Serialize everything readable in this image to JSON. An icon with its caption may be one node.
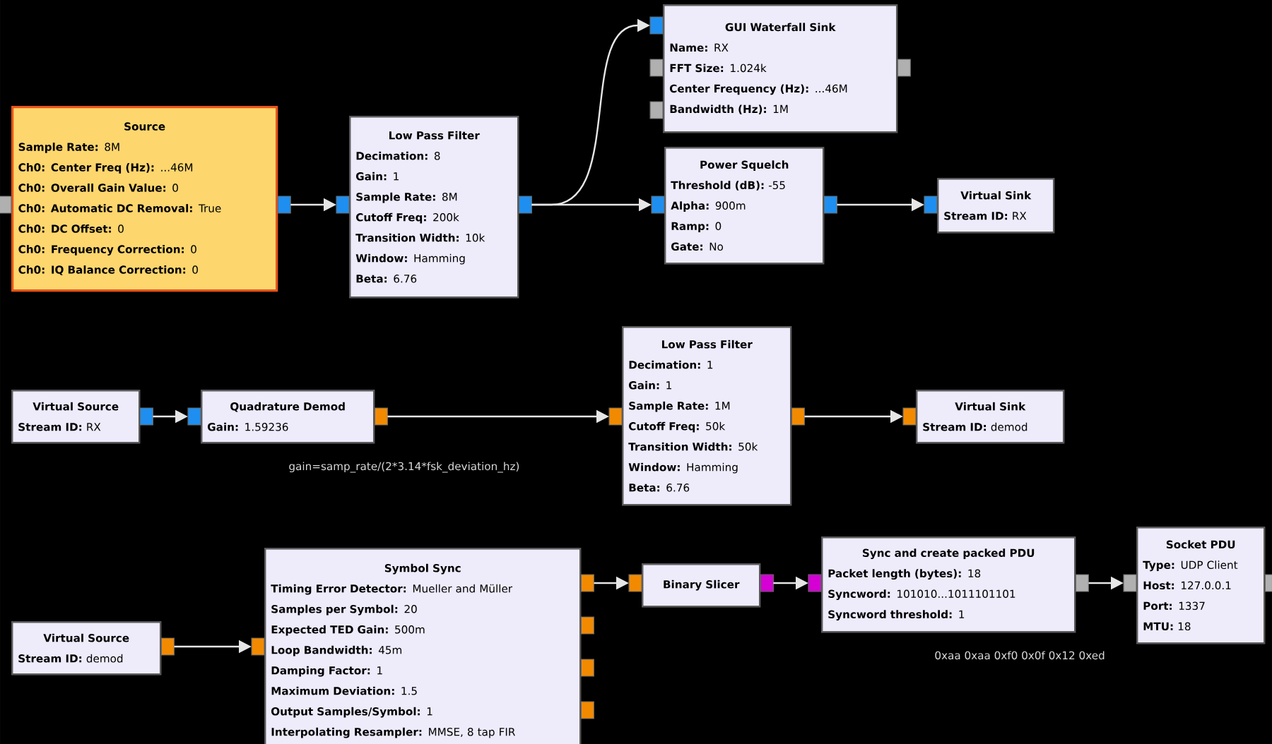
{
  "diagram": {
    "nodes": [
      {
        "text": [
          "Source",
          "**Sample Rate:** 8M",
          "**Ch0: Center Freq (Hz):** ...46M",
          "**Ch0: Overall Gain Value:** 0",
          "**Ch0: Automatic DC Removal:** True",
          "**Ch0: DC Offset:** 0",
          "**Ch0: Frequency Correction:** 0",
          "**Ch0: IQ Balance Correction:** 0"
        ]
      },
      {
        "text": [
          "Low Pass Filter",
          "**Decimation:** 8",
          "**Gain:** 1",
          "**Sample Rate:** 8M",
          "**Cutoff Freq:** 200k",
          "**Transition Width:** 10k",
          "**Window:** Hamming",
          "**Beta:** 6.76"
        ]
      },
      {
        "text": [
          "GUI Waterfall Sink",
          "**Name:** RX",
          "**FFT Size:** 1.024k",
          "**Center Frequency (Hz):** ...46M",
          "**Bandwidth (Hz):** 1M"
        ]
      },
      {
        "text": [
          "Power Squelch",
          "**Threshold (dB):** -55",
          "**Alpha:** 900m",
          "**Ramp:** 0",
          "**Gate:** No"
        ]
      },
      {
        "text": [
          "Virtual Sink",
          "**Stream ID:** RX"
        ]
      },
      {
        "text": [
          "Virtual Source",
          "**Stream ID:** RX"
        ]
      },
      {
        "text": [
          "Quadrature Demod",
          "**Gain:** 1.59236"
        ],
        "beside": [
          "gain=samp_rate/(2*3.14*fsk_deviation_hz)"
        ]
      },
      {
        "text": [
          "Low Pass Filter",
          "**Decimation:** 1",
          "**Gain:** 1",
          "**Sample Rate:** 1M",
          "**Cutoff Freq:** 50k",
          "**Transition Width:** 50k",
          "**Window:** Hamming",
          "**Beta:** 6.76"
        ]
      },
      {
        "text": [
          "Virtual Sink",
          "**Stream ID:** demod"
        ]
      },
      {
        "text": [
          "Virtual Source",
          "**Stream ID:** demod"
        ]
      },
      {
        "text": [
          "Symbol Sync",
          "**Timing Error Detector:** Mueller and Müller",
          "**Samples per Symbol:** 20",
          "**Expected TED Gain:** 500m",
          "**Loop Bandwidth:** 45m",
          "**Damping Factor:** 1",
          "**Maximum Deviation:** 1.5",
          "**Output Samples/Symbol:** 1",
          "**Interpolating Resampler:** MMSE, 8 tap FIR"
        ]
      },
      {
        "text": [
          "Binary Slicer"
        ]
      },
      {
        "text": [
          "Sync and create packed PDU",
          "**Packet length (bytes):** 18",
          "**Syncword:** 101010...1011101101",
          "**Syncword threshold:** 1"
        ],
        "beside": [
          "0xaa 0xaa 0xf0 0x0f 0x12 0xed"
        ]
      },
      {
        "text": [
          "Socket PDU",
          "**Type:** UDP Client",
          "**Host:** 127.0.0.1",
          "**Port:** 1337",
          "**MTU:** 18"
        ]
      }
    ],
    "edges": [
      {
        "from": 0,
        "to": 1,
        "arrow": "to"
      },
      {
        "from": 1,
        "to": 2,
        "arrow": "to"
      },
      {
        "from": 1,
        "to": 3,
        "arrow": "to"
      },
      {
        "from": 3,
        "to": 4,
        "arrow": "to"
      },
      {
        "from": 5,
        "to": 6,
        "arrow": "to"
      },
      {
        "from": 6,
        "to": 7,
        "arrow": "to"
      },
      {
        "from": 7,
        "to": 8,
        "arrow": "to"
      },
      {
        "from": 9,
        "to": 10,
        "arrow": "to"
      },
      {
        "from": 10,
        "to": 11,
        "arrow": "to"
      },
      {
        "from": 11,
        "to": 12,
        "arrow": "to"
      },
      {
        "from": 12,
        "to": 13,
        "arrow": "to"
      }
    ]
  }
}
